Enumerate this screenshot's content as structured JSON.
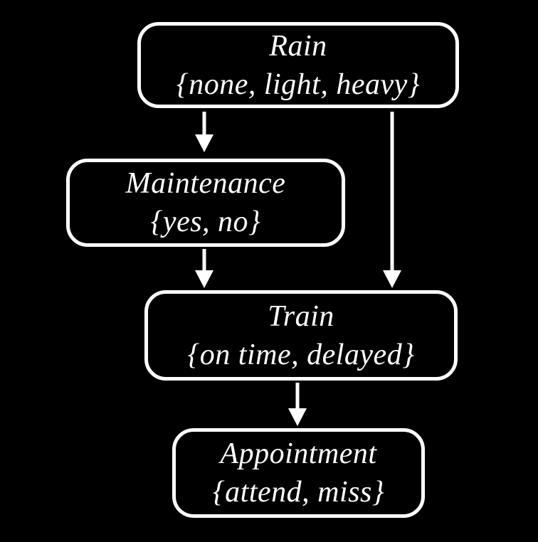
{
  "colors": {
    "background": "#000000",
    "node_border": "#ffffff",
    "node_fill": "#000000",
    "text": "#ffffff",
    "arrow": "#ffffff"
  },
  "nodes": {
    "rain": {
      "name": "Rain",
      "values": "{none, light, heavy}"
    },
    "maintenance": {
      "name": "Maintenance",
      "values": "{yes, no}"
    },
    "train": {
      "name": "Train",
      "values": "{on time, delayed}"
    },
    "appointment": {
      "name": "Appointment",
      "values": "{attend, miss}"
    }
  },
  "edges": [
    {
      "from": "Rain",
      "to": "Maintenance"
    },
    {
      "from": "Rain",
      "to": "Train"
    },
    {
      "from": "Maintenance",
      "to": "Train"
    },
    {
      "from": "Train",
      "to": "Appointment"
    }
  ]
}
